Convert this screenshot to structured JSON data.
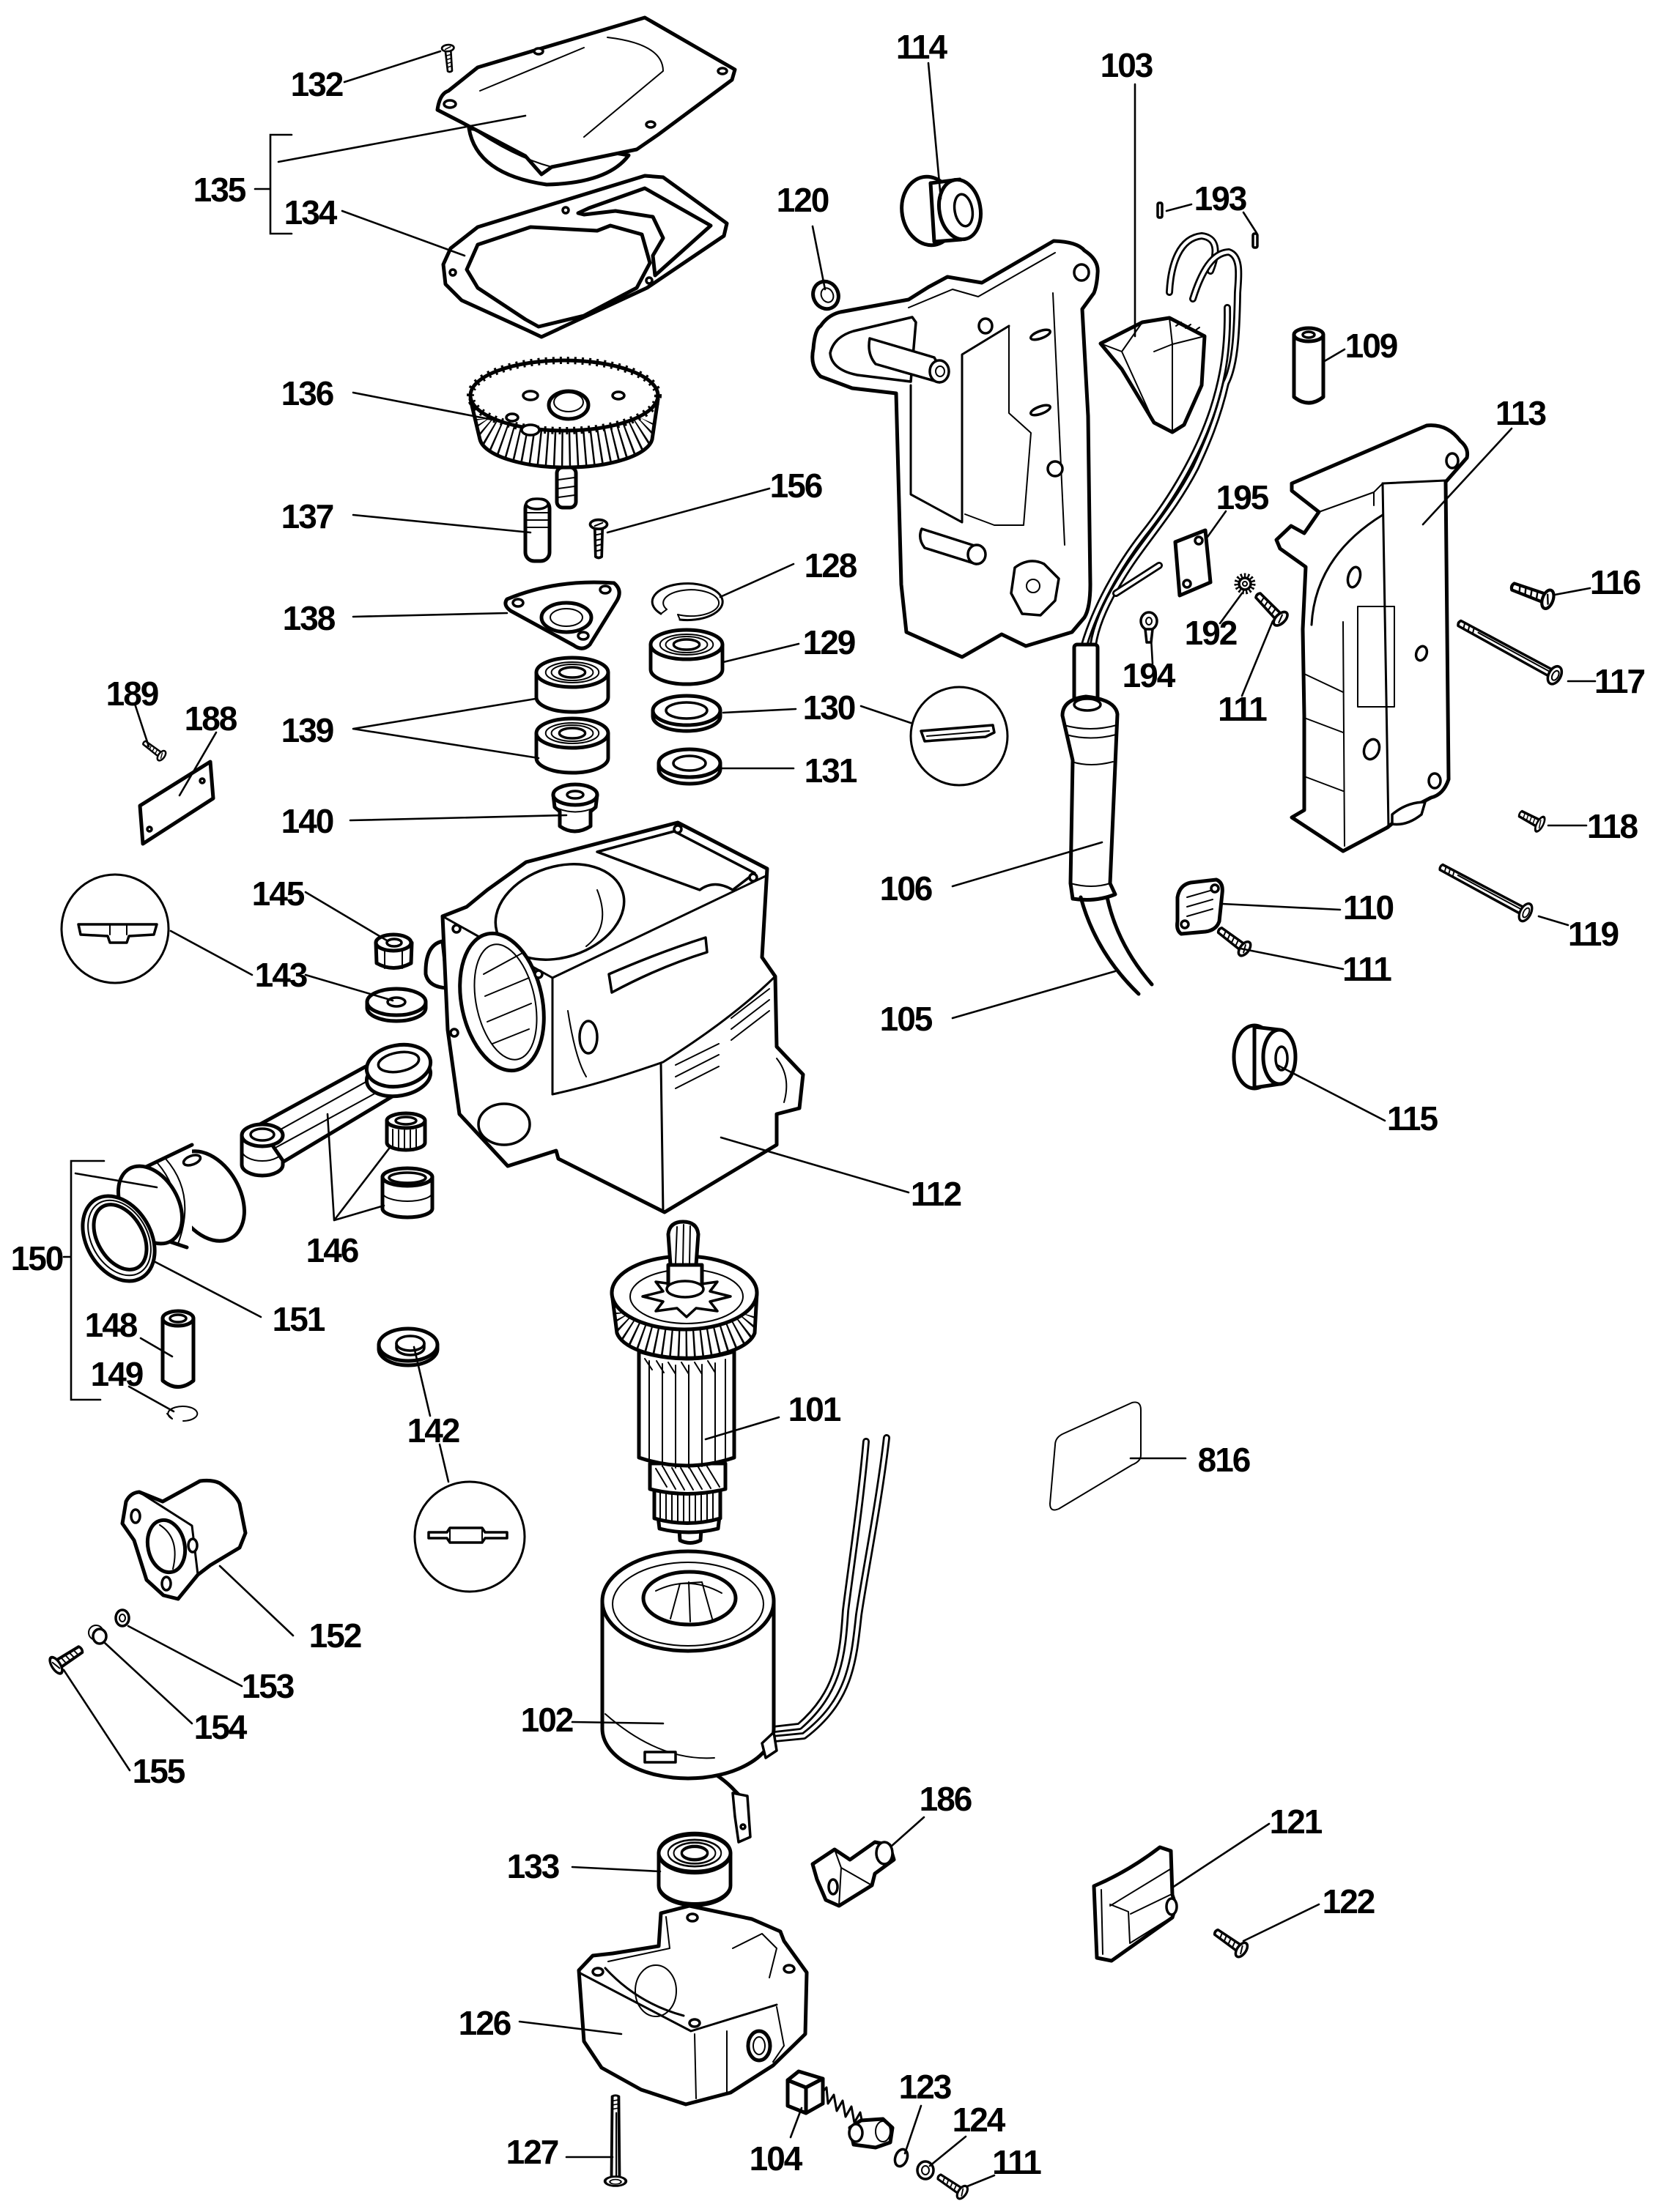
{
  "colors": {
    "ink": "#000000",
    "background": "#ffffff"
  },
  "callouts": [
    "132",
    "135",
    "134",
    "136",
    "137",
    "156",
    "138",
    "128",
    "129",
    "139",
    "130",
    "131",
    "140",
    "189",
    "188",
    "145",
    "143",
    "150",
    "146",
    "151",
    "148",
    "149",
    "142",
    "152",
    "153",
    "154",
    "155",
    "114",
    "103",
    "120",
    "193",
    "109",
    "113",
    "195",
    "192",
    "194",
    "111",
    "116",
    "117",
    "118",
    "106",
    "110",
    "111",
    "119",
    "105",
    "115",
    "112",
    "101",
    "816",
    "102",
    "186",
    "121",
    "133",
    "122",
    "126",
    "123",
    "124",
    "104",
    "111",
    "127"
  ]
}
